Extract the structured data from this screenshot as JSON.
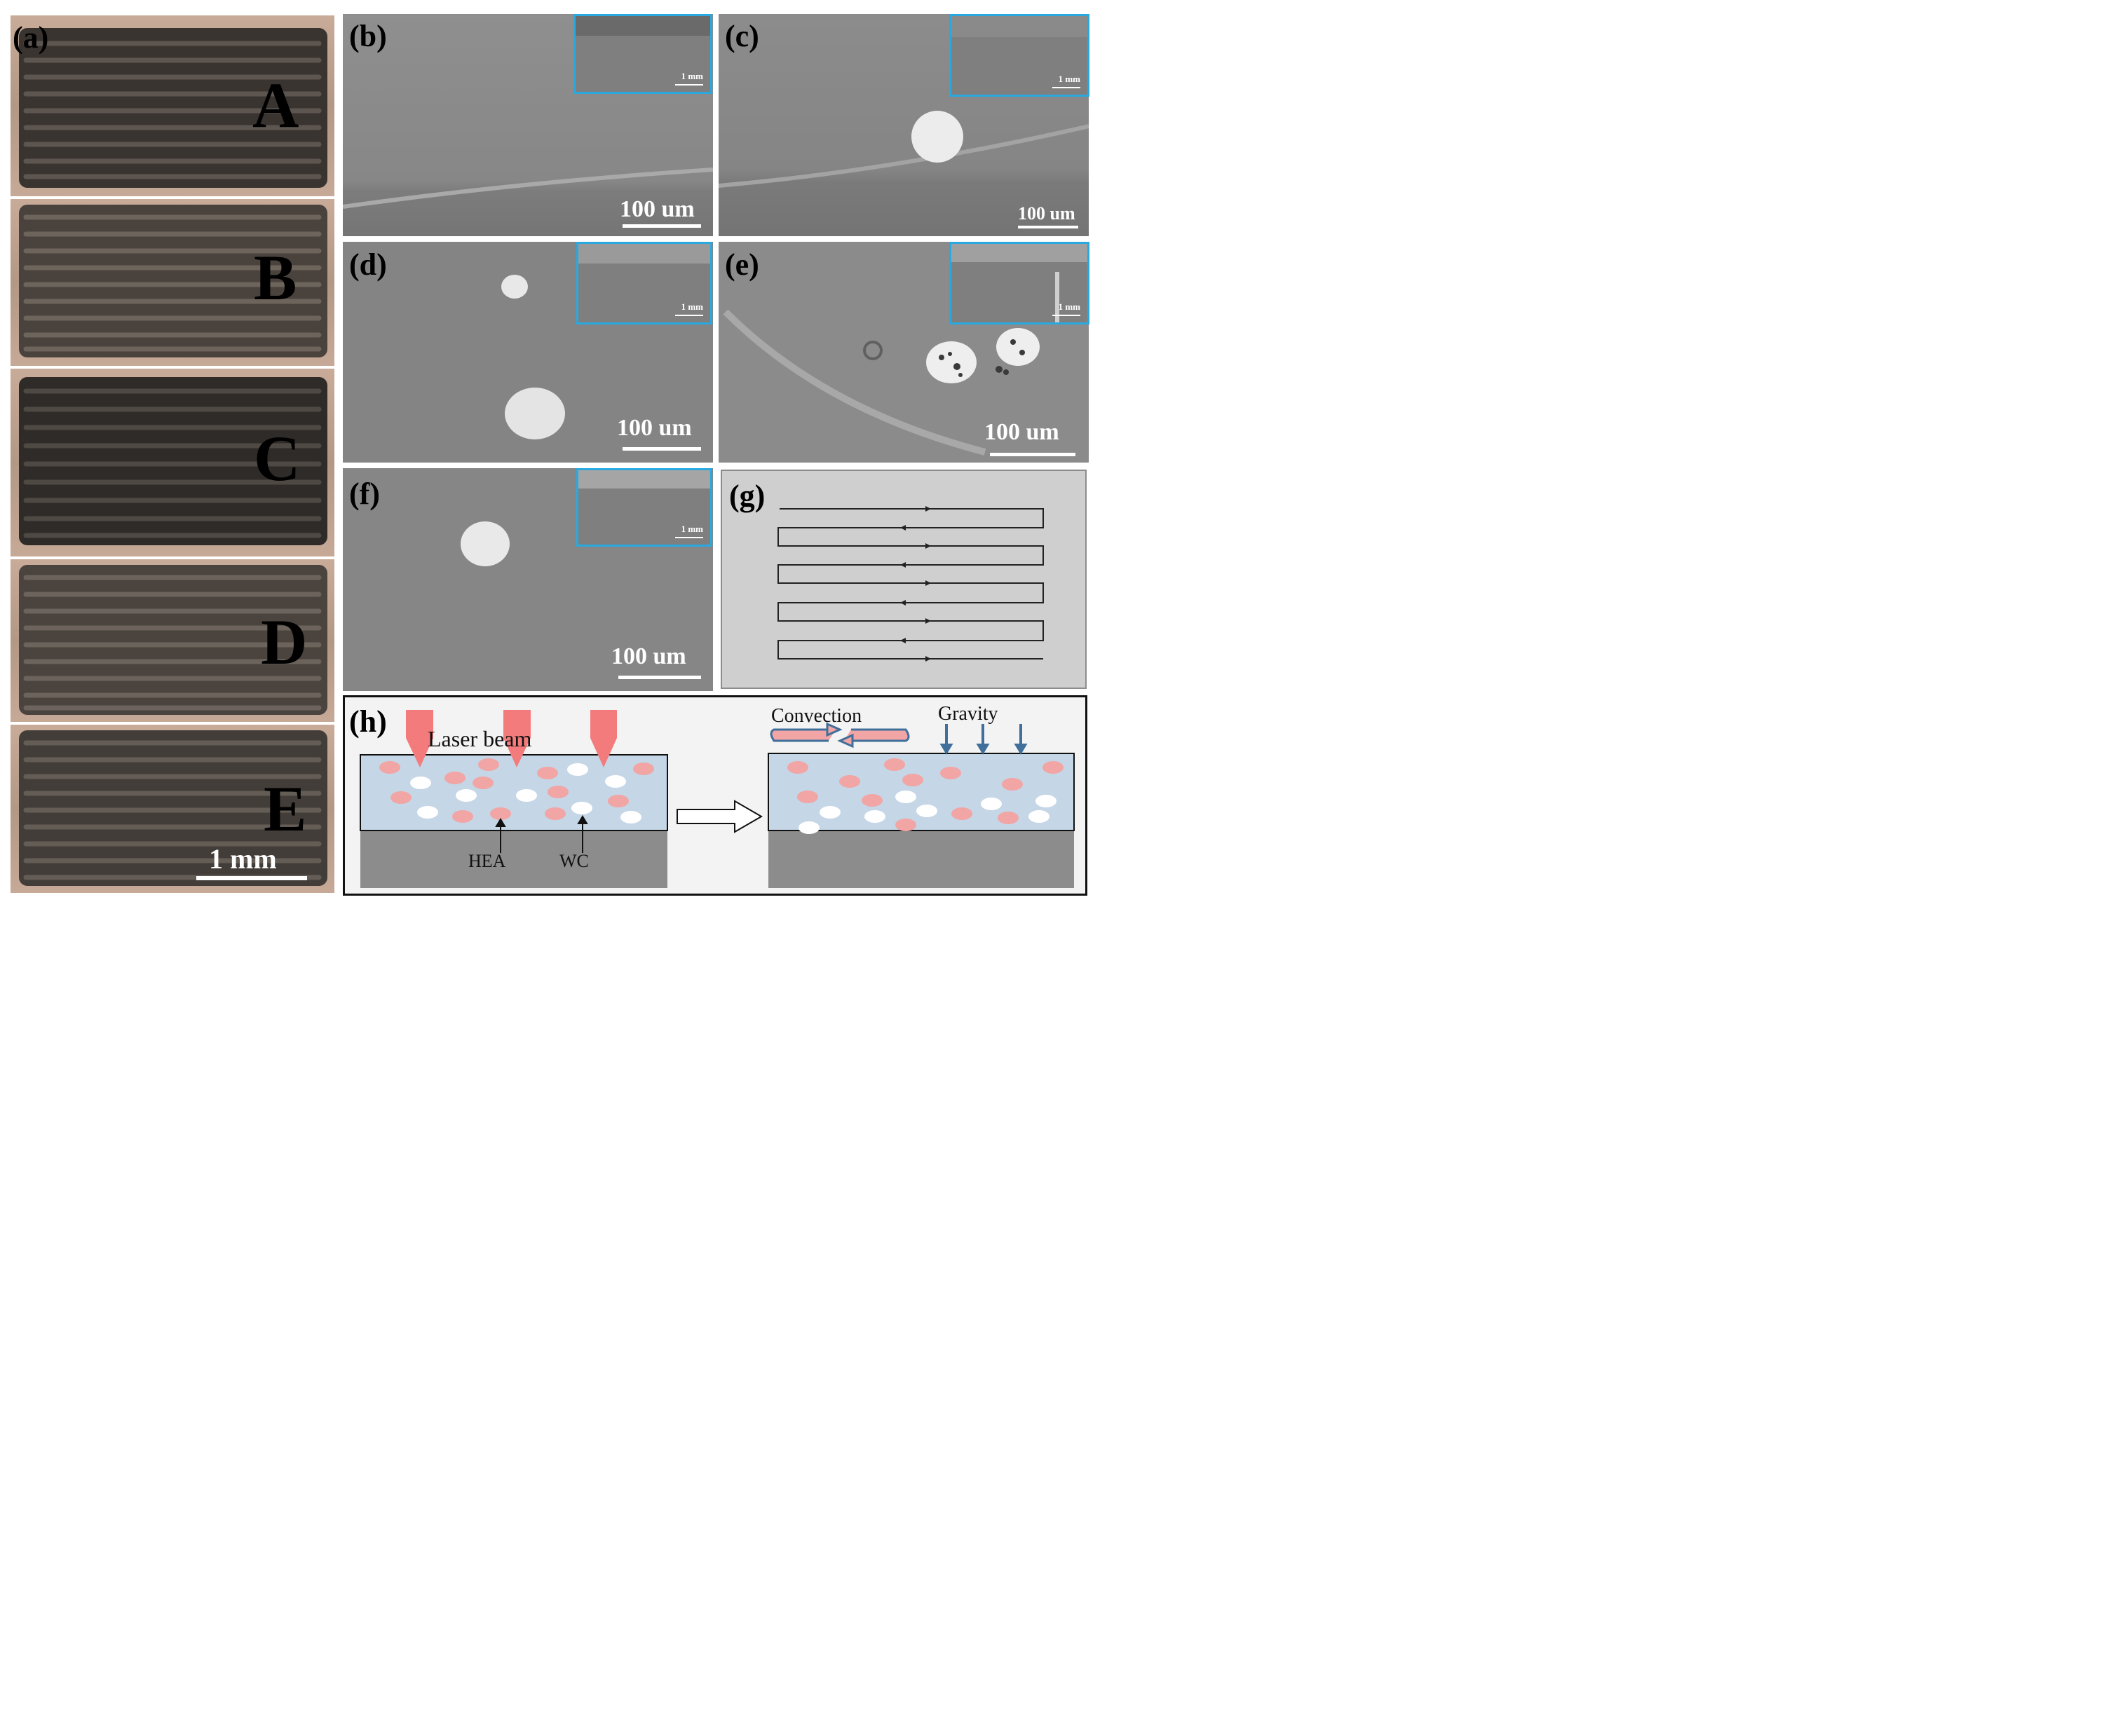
{
  "panel_a": {
    "label": "(a)",
    "samples": [
      "A",
      "B",
      "C",
      "D",
      "E"
    ],
    "scale_bar": "1 mm"
  },
  "panels": [
    {
      "label": "(b)",
      "scale_bar": "100 um",
      "inset_scale": "1 mm"
    },
    {
      "label": "(c)",
      "scale_bar": "100 um",
      "inset_scale": "1 mm"
    },
    {
      "label": "(d)",
      "scale_bar": "100 um",
      "inset_scale": "1 mm"
    },
    {
      "label": "(e)",
      "scale_bar": "100 um",
      "inset_scale": "1 mm"
    },
    {
      "label": "(f)",
      "scale_bar": "100 um",
      "inset_scale": "1 mm"
    }
  ],
  "panel_g": {
    "label": "(g)"
  },
  "panel_h": {
    "label": "(h)",
    "laser_label": "Laser beam",
    "convection_label": "Convection",
    "gravity_label": "Gravity",
    "hea_label": "HEA",
    "wc_label": "WC"
  },
  "colors": {
    "inset_border": "#29a9e0",
    "laser": "#f47b7b",
    "melt_pool": "#c5d6e6",
    "hea_particle": "#f2a5a5",
    "wc_particle": "#ffffff",
    "substrate": "#8c8c8c",
    "gravity_arrow": "#3f6f9a"
  }
}
